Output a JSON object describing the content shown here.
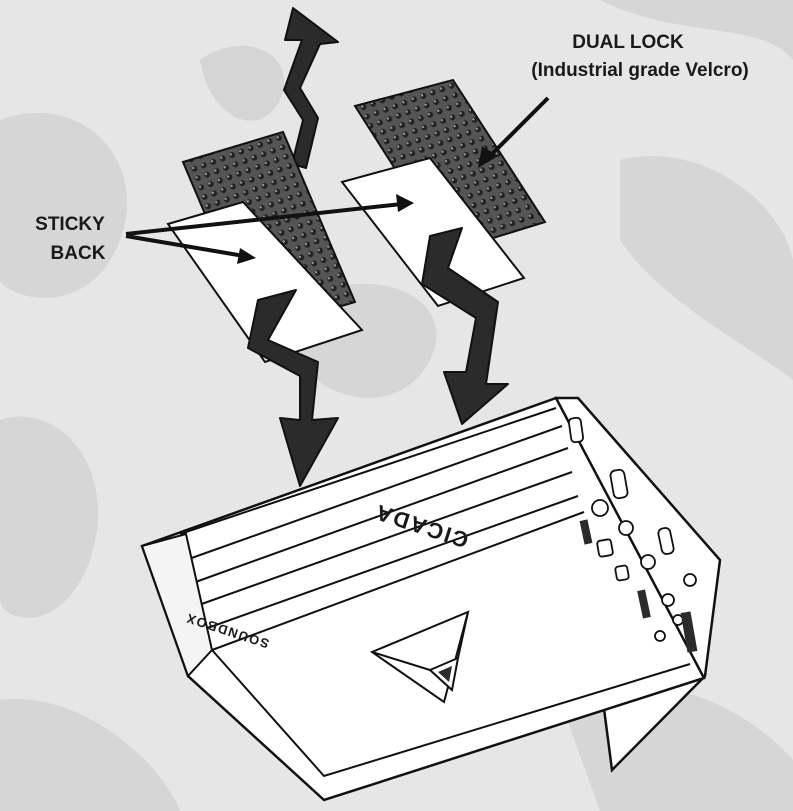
{
  "colors": {
    "background_light": "#e6e6e6",
    "background_shade": "#cfcfcf",
    "arrow_fill": "#2b2b2b",
    "outline": "#111111",
    "panel_fill": "#ffffff",
    "velcro_fill": "#4a4a4a"
  },
  "labels": {
    "dual_lock_line1": "DUAL LOCK",
    "dual_lock_line2": "(Industrial grade Velcro)",
    "sticky_line1": "STICKY",
    "sticky_line2": "BACK"
  },
  "amplifier": {
    "brand_text": "CICADA",
    "model_text": "SOUNDBOX"
  },
  "icons": [
    "zigzag-arrow-icon",
    "velcro-strip-icon",
    "pointer-arrow-icon",
    "amplifier-device-icon",
    "triangle-logo-icon"
  ]
}
